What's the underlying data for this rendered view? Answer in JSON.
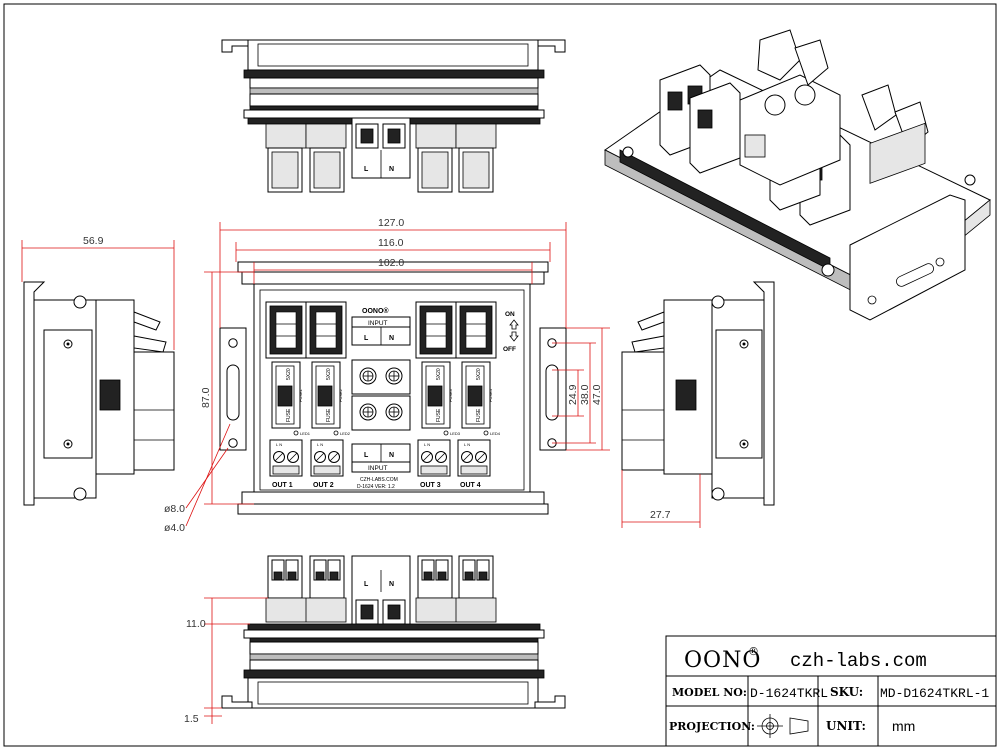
{
  "title_block": {
    "brand": "OONO",
    "registered": "®",
    "website": "czh-labs.com",
    "model_label": "MODEL NO:",
    "model_value": "D-1624TKRL",
    "sku_label": "SKU:",
    "sku_value": "MD-D1624TKRL-1",
    "projection_label": "PROJECTION:",
    "unit_label": "UNIT:",
    "unit_value": "mm"
  },
  "dimensions": {
    "side_depth": "56.9",
    "overall_width": "127.0",
    "rail_width": "116.0",
    "body_width": "102.0",
    "height": "87.0",
    "hole_large": "ø8.0",
    "hole_small": "ø4.0",
    "slot_pitch": "24.9",
    "bracket_span": "38.0",
    "bracket_height": "47.0",
    "right_depth": "27.7",
    "terminal_height": "11.0",
    "base_thickness": "1.5"
  },
  "front_labels": {
    "brand": "OONO®",
    "input_top": "INPUT",
    "input_bottom": "INPUT",
    "line": "L",
    "neutral": "N",
    "on": "ON",
    "off": "OFF",
    "fuse_rating": "5X20",
    "fuse": "FUSE",
    "fuse_ids": [
      "FUSE1",
      "FUSE2",
      "FUSE3",
      "FUSE4"
    ],
    "led_ids": [
      "LED1",
      "LED2",
      "LED3",
      "LED4"
    ],
    "outputs": [
      "OUT 1",
      "OUT 2",
      "OUT 3",
      "OUT 4"
    ],
    "website": "CZH-LABS.COM",
    "version": "D-1624  VER: 1.2"
  }
}
